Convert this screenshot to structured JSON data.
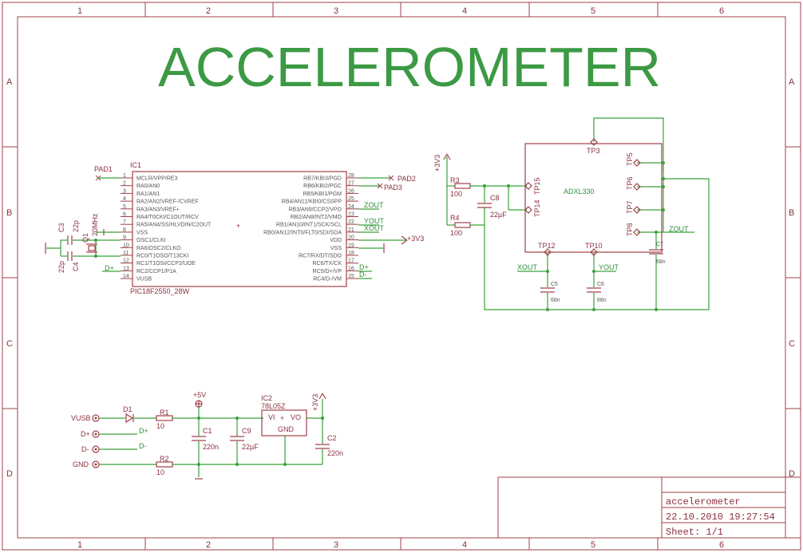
{
  "title": "ACCELEROMETER",
  "frame": {
    "columns": [
      "1",
      "2",
      "3",
      "4",
      "5",
      "6"
    ],
    "rows": [
      "A",
      "B",
      "C",
      "D"
    ]
  },
  "title_block": {
    "name": "accelerometer",
    "datetime": "22.10.2010  19:27:54",
    "sheet": "Sheet: 1/1"
  },
  "ic1": {
    "name": "IC1",
    "value": "PIC18F2550_28W",
    "left_pins": [
      {
        "num": "1",
        "name": "MCLR/VPP/RE3"
      },
      {
        "num": "2",
        "name": "RA0/AN0"
      },
      {
        "num": "3",
        "name": "RA1/AN1"
      },
      {
        "num": "4",
        "name": "RA2/AN2/VREF-/CVREF"
      },
      {
        "num": "5",
        "name": "RA3/AN3/VREF+"
      },
      {
        "num": "6",
        "name": "RA4/T0CKI/C1OUT/RCV"
      },
      {
        "num": "7",
        "name": "RA5/AN4/SS/HLVDIN/C2OUT"
      },
      {
        "num": "8",
        "name": "VSS"
      },
      {
        "num": "9",
        "name": "OSC1/CLKI"
      },
      {
        "num": "10",
        "name": "RA6/OSC2/CLKO"
      },
      {
        "num": "11",
        "name": "RC0/T1OSO/T13CKI"
      },
      {
        "num": "12",
        "name": "RC1/T1OSI/CCP2/UOE"
      },
      {
        "num": "13",
        "name": "RC2/CCP1/P1A"
      },
      {
        "num": "14",
        "name": "VUSB"
      }
    ],
    "right_pins": [
      {
        "num": "28",
        "name": "RB7/KBI3/PGD"
      },
      {
        "num": "27",
        "name": "RB6/KBI2/PGC"
      },
      {
        "num": "26",
        "name": "RB5/KBI1/PGM"
      },
      {
        "num": "25",
        "name": "RB4/AN11/KBI0/CSSPP"
      },
      {
        "num": "24",
        "name": "RB3/AN9/CCP2/VPO"
      },
      {
        "num": "23",
        "name": "RB2/AN8/INT2/VMO"
      },
      {
        "num": "22",
        "name": "RB1/AN10/INT1/SCK/SCL"
      },
      {
        "num": "21",
        "name": "RB0/AN12/INT0/FLT0/SDI/SDA"
      },
      {
        "num": "20",
        "name": "VDD"
      },
      {
        "num": "19",
        "name": "VSS"
      },
      {
        "num": "18",
        "name": "RC7/RX/DT/SDO"
      },
      {
        "num": "17",
        "name": "RC6/TX/CK"
      },
      {
        "num": "16",
        "name": "RC5/D+/VP"
      },
      {
        "num": "15",
        "name": "RC4/D-/VM"
      }
    ]
  },
  "labels": {
    "pad1": "PAD1",
    "pad2": "PAD2",
    "pad3": "PAD3",
    "c3": "C3",
    "c3v": "22p",
    "c4": "C4",
    "c4v": "22p",
    "q1": "Q1",
    "q1v": "20MHz",
    "dplus": "D+",
    "dminus": "D-",
    "zout": "ZOUT",
    "yout": "YOUT",
    "xout": "XOUT",
    "p3v3": "+3V3",
    "adxl": "ADXL330",
    "r3": "R3",
    "r3v": "100",
    "r4": "R4",
    "r4v": "100",
    "c8": "C8",
    "c8v": "22µF",
    "c5": "C5",
    "c6": "C6",
    "c7": "C7",
    "cap_v": "68n",
    "tp3": "TP3",
    "tp5": "TP5",
    "tp6": "TP6",
    "tp7": "TP7",
    "tp8": "TP8",
    "tp10": "TP10",
    "tp12": "TP12",
    "tp14": "TP14",
    "tp15": "TP15",
    "vusb": "VUSB",
    "dp": "D+",
    "dm": "D-",
    "gnd": "GND",
    "d1": "D1",
    "r1": "R1",
    "r1v": "10",
    "r2": "R2",
    "r2v": "10",
    "p5v": "+5V",
    "c1": "C1",
    "c1v": "220n",
    "c9": "C9",
    "c9v": "22µF",
    "ic2": "IC2",
    "ic2v": "78L05Z",
    "vi": "VI",
    "vo": "VO",
    "gndpin": "GND",
    "c2": "C2",
    "c2v": "220n"
  }
}
